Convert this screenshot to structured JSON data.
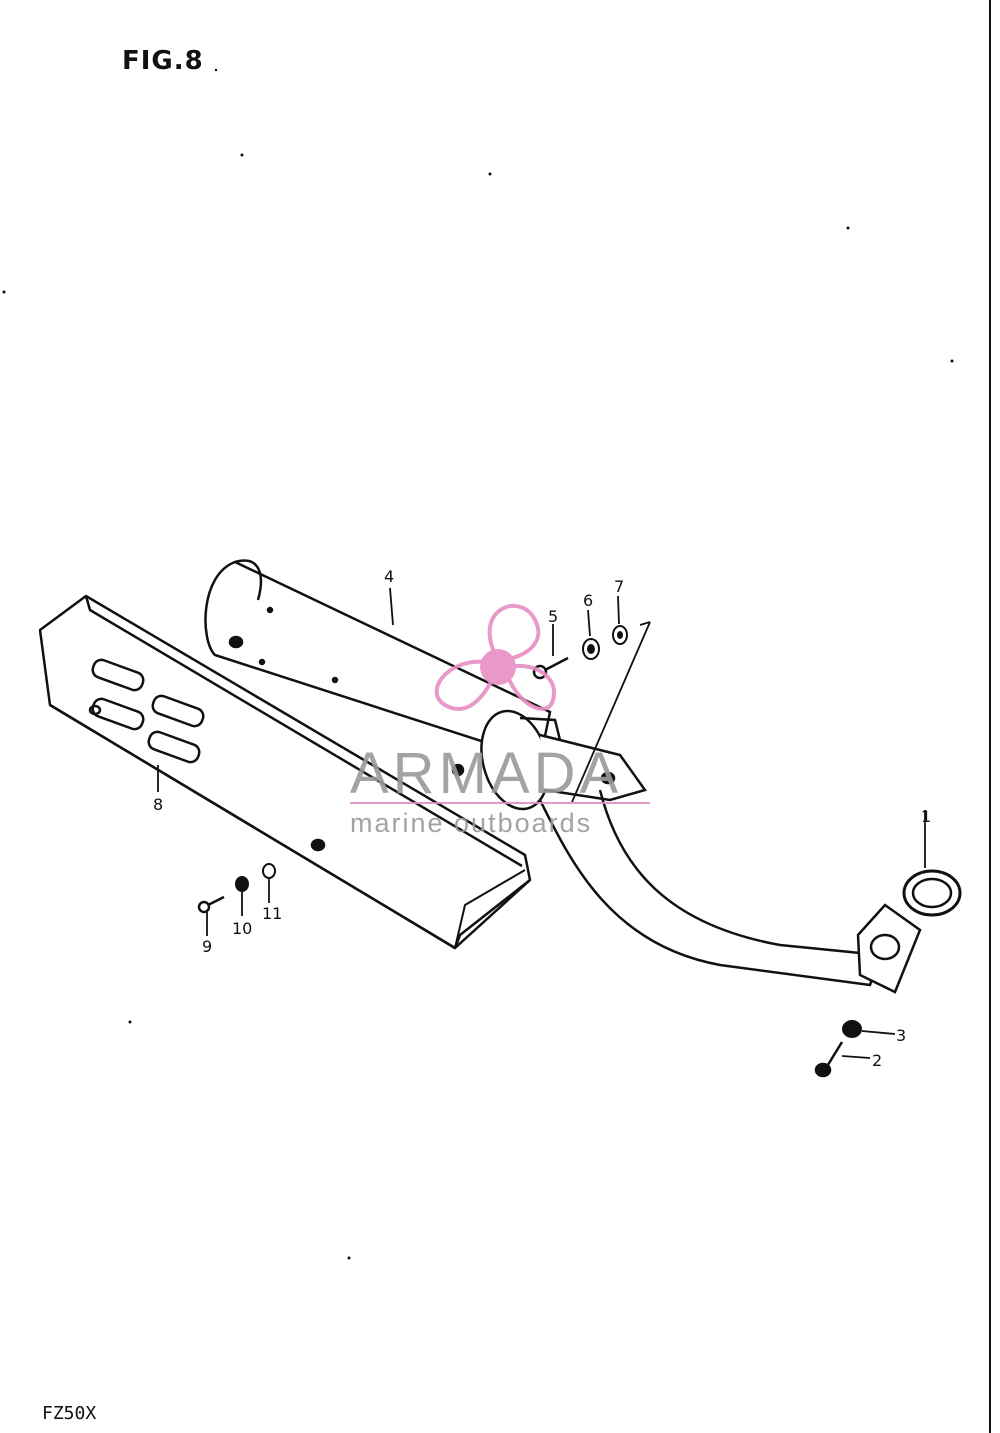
{
  "figure": {
    "title": "FIG.8",
    "model_code": "FZ50X"
  },
  "callouts": [
    "1",
    "2",
    "3",
    "4",
    "5",
    "6",
    "7",
    "8",
    "9",
    "10",
    "11"
  ],
  "watermark": {
    "brand": "ARMADA",
    "tagline": "marine outboards",
    "icon": "propeller-icon",
    "text_color": "#9a9a9a",
    "accent_color": "#e78fc4"
  },
  "line_color": "#111111"
}
